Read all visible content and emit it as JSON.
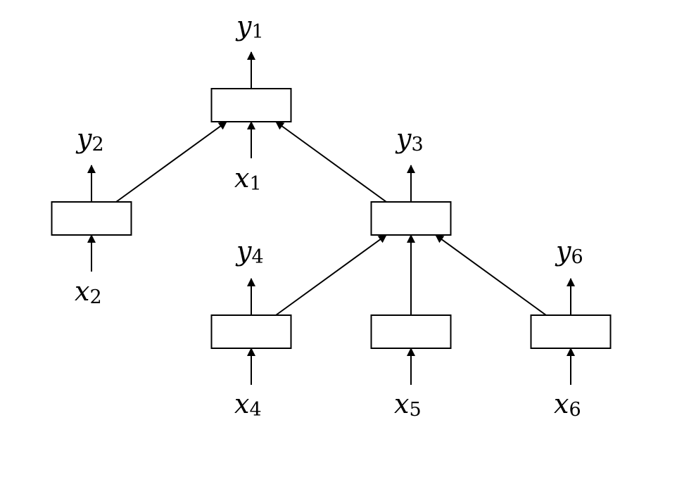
{
  "colors": {
    "stroke": "#000000",
    "fill": "#ffffff",
    "background": "#ffffff"
  },
  "nodes": [
    {
      "id": "n1",
      "output": {
        "base": "y",
        "sub": "1"
      },
      "input": {
        "base": "x",
        "sub": "1"
      }
    },
    {
      "id": "n2",
      "output": {
        "base": "y",
        "sub": "2"
      },
      "input": {
        "base": "x",
        "sub": "2"
      }
    },
    {
      "id": "n3",
      "output": {
        "base": "y",
        "sub": "3"
      },
      "input": null
    },
    {
      "id": "n4",
      "output": {
        "base": "y",
        "sub": "4"
      },
      "input": {
        "base": "x",
        "sub": "4"
      }
    },
    {
      "id": "n5",
      "output": null,
      "input": {
        "base": "x",
        "sub": "5"
      }
    },
    {
      "id": "n6",
      "output": {
        "base": "y",
        "sub": "6"
      },
      "input": {
        "base": "x",
        "sub": "6"
      }
    }
  ],
  "edges": [
    {
      "from": "n2",
      "to": "n1"
    },
    {
      "from": "n3",
      "to": "n1"
    },
    {
      "from": "n4",
      "to": "n3"
    },
    {
      "from": "n5",
      "to": "n3"
    },
    {
      "from": "n6",
      "to": "n3"
    }
  ]
}
